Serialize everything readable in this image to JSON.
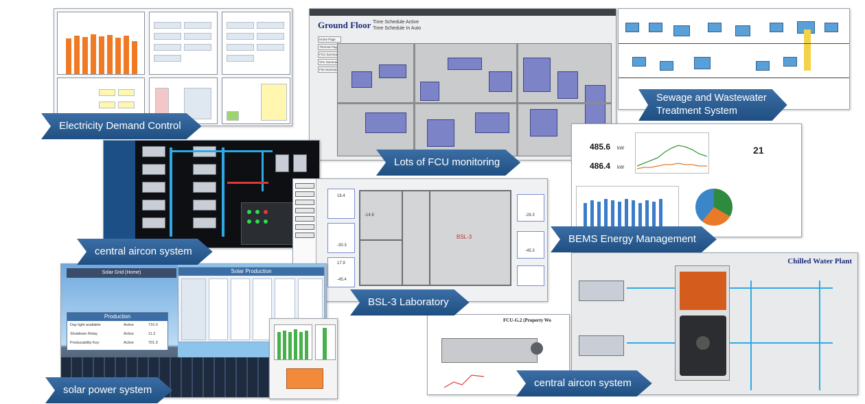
{
  "banners": {
    "electricity": "Electricity Demand Control",
    "fcu": "Lots of FCU monitoring",
    "sewage_line1": "Sewage and Wastewater",
    "sewage_line2": "Treatment System",
    "bems": "BEMS Energy Management",
    "central_aircon_left": "central aircon system",
    "bsl3": "BSL-3 Laboratory",
    "solar": "solar power system",
    "central_aircon_right": "central aircon system"
  },
  "fcu_panel": {
    "title": "Ground Floor",
    "schedule_1": "Time Schedule Active",
    "schedule_2": "Time Schedule In Auto",
    "menu": [
      "Home Page",
      "Thermal Page",
      "FCU Summary",
      "VAV Summary",
      "Fire Summary"
    ]
  },
  "bems_panel": {
    "reading_1": "485.6",
    "reading_1_unit": "kW",
    "reading_2": "486.4",
    "reading_2_unit": "kW",
    "weather_value": "21"
  },
  "bsl_panel": {
    "room_label": "BSL-3",
    "pressure_1": "-14.9",
    "pressure_2": "-30.3",
    "pressure_3": "-45.4",
    "pressure_4": "-28.3",
    "pressure_5": "-45.3",
    "temp_1": "18.4",
    "temp_2": "17.9"
  },
  "solar_panel": {
    "tab_label": "Solar Grid (Home)",
    "table_title": "Solar Production",
    "production_title": "Production",
    "rows": [
      {
        "label": "Day light available",
        "state": "Active",
        "value": "710.0"
      },
      {
        "label": "Shutdown Relay",
        "state": "Active",
        "value": "11.2"
      },
      {
        "label": "Producability Key",
        "state": "Active",
        "value": "701.9"
      }
    ]
  },
  "chilled_panel": {
    "title": "Chilled Water Plant"
  },
  "fcu_g2_panel": {
    "title": "FCU-G.2 (Property Wo"
  },
  "colors": {
    "banner": "#1f4f82",
    "bar_orange": "#f07a24",
    "pipe_blue": "#2fa9e6"
  }
}
